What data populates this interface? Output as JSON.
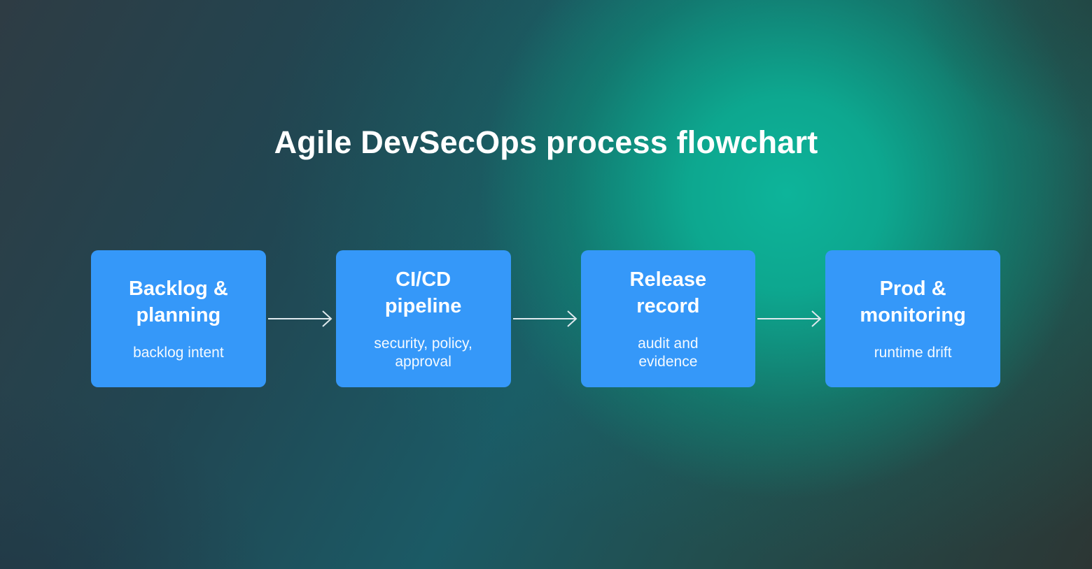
{
  "title": "Agile DevSecOps process flowchart",
  "colors": {
    "box_fill": "#3598f9",
    "box_text": "#ffffff",
    "arrow": "#dfe9ee",
    "background_glow": "#0db49a",
    "background_dark_top_left": "#2e3c44",
    "background_dark_bottom_right": "#2c3634"
  },
  "flowchart": {
    "steps": [
      {
        "title": "Backlog &\nplanning",
        "subtitle": "backlog intent"
      },
      {
        "title": "CI/CD\npipeline",
        "subtitle": "security, policy,\napproval"
      },
      {
        "title": "Release\nrecord",
        "subtitle": "audit and\nevidence"
      },
      {
        "title": "Prod &\nmonitoring",
        "subtitle": "runtime drift"
      }
    ]
  }
}
